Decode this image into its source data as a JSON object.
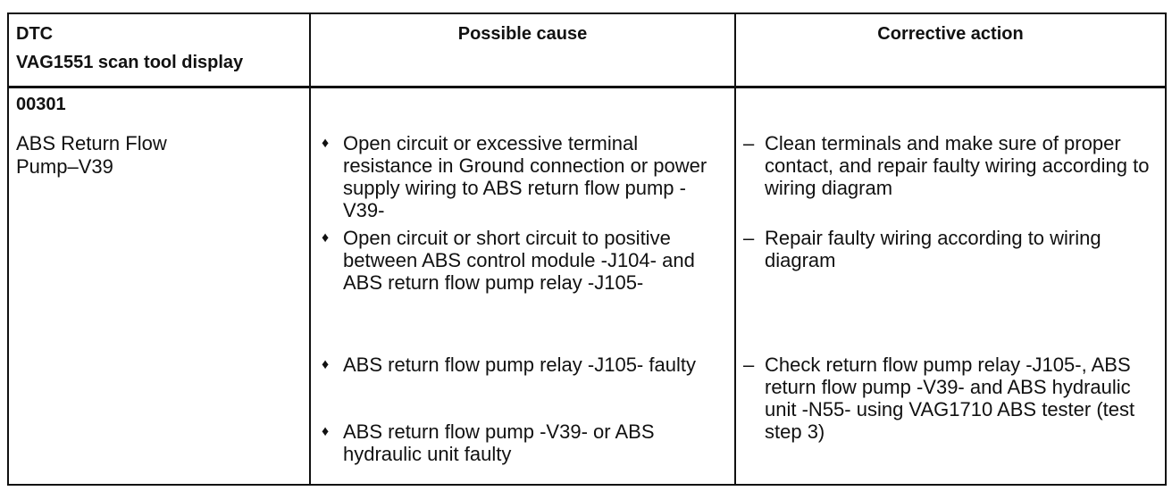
{
  "table": {
    "headers": {
      "dtc": [
        "DTC",
        "VAG1551 scan tool display"
      ],
      "cause": "Possible cause",
      "action": "Corrective action"
    },
    "row": {
      "dtc_code": "00301",
      "dtc_description": "ABS Return Flow Pump–V39",
      "causes": [
        "Open circuit or excessive terminal resistance in Ground connection or power supply wiring to ABS return flow pump -V39-",
        "Open circuit or short circuit to positive between ABS control module -J104- and ABS return flow pump relay -J105-",
        "ABS return flow pump relay -J105- faulty",
        "ABS return flow pump -V39- or ABS hydraulic unit faulty"
      ],
      "actions": [
        "Clean terminals and make sure of proper contact, and repair faulty wiring according to wiring diagram",
        "Repair faulty wiring according to wiring diagram",
        "Check return flow pump relay -J105-, ABS return flow pump -V39- and ABS hydraulic unit -N55- using VAG1710 ABS tester (test step 3)"
      ]
    }
  },
  "symbols": {
    "bullet": "♦",
    "dash": "–"
  }
}
